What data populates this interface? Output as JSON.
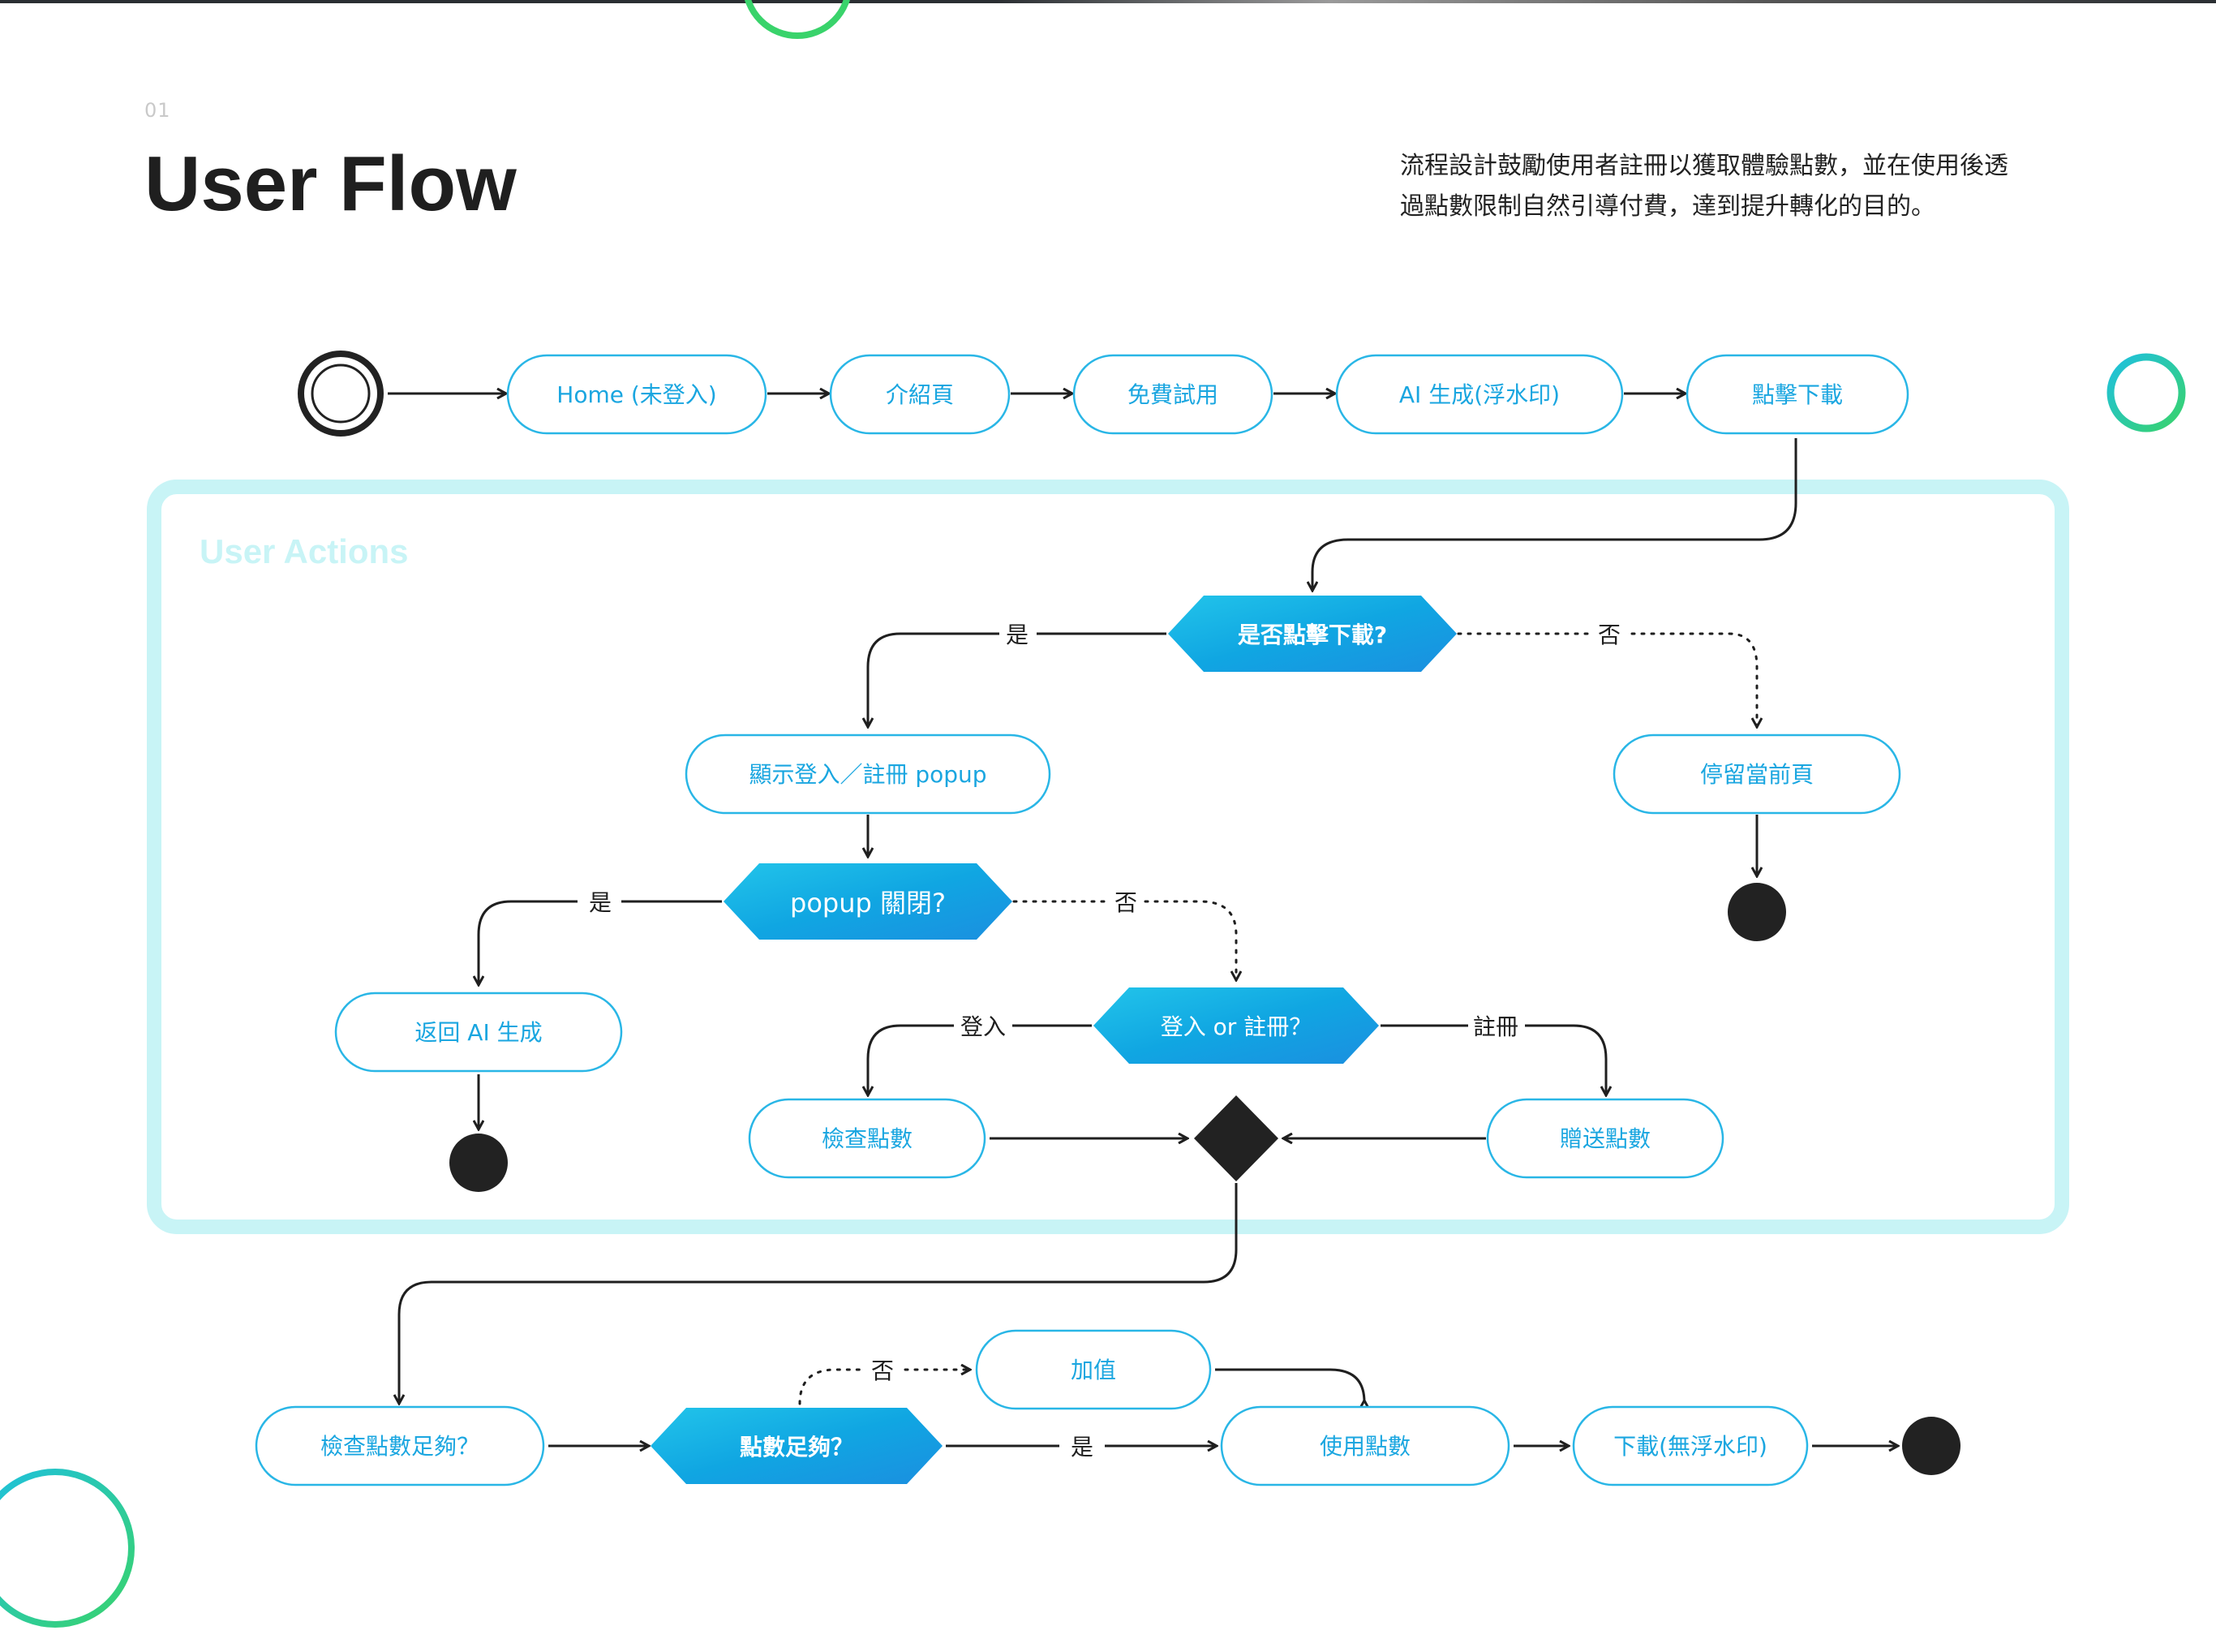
{
  "header": {
    "section_number": "01",
    "title": "User Flow",
    "description_line1": "流程設計鼓勵使用者註冊以獲取體驗點數，並在使用後透",
    "description_line2": "過點數限制自然引導付費，達到提升轉化的目的。"
  },
  "group": {
    "title": "User Actions"
  },
  "colors": {
    "accent": "#1aa6e0",
    "node_border": "#29b6e6",
    "group_border": "#c8f4f6",
    "terminal": "#222222",
    "ring_start": "#1ec0e0",
    "ring_end": "#39d36b"
  },
  "nodes": {
    "home": "Home (未登入)",
    "intro": "介紹頁",
    "free_trial": "免費試用",
    "ai_watermark": "AI 生成(浮水印)",
    "click_download": "點擊下載",
    "show_popup": "顯示登入／註冊 popup",
    "stay_page": "停留當前頁",
    "back_ai": "返回 AI 生成",
    "check_points": "檢查點數",
    "gift_points": "贈送點數",
    "check_enough": "檢查點數足夠？",
    "topup": "加值",
    "use_points": "使用點數",
    "download_no_wm": "下載(無浮水印)"
  },
  "decisions": {
    "is_download": "是否點擊下載?",
    "popup_closed": "popup 關閉?",
    "login_or_register": "登入 or 註冊？",
    "points_enough": "點數足夠？"
  },
  "edge_labels": {
    "yes_1": "是",
    "no_1": "否",
    "yes_2": "是",
    "no_2": "否",
    "login": "登入",
    "register": "註冊",
    "no_3": "否",
    "yes_3": "是"
  },
  "icons": {
    "start": "start-node-icon",
    "end": "end-node-icon",
    "merge": "merge-diamond-icon",
    "ring": "decorative-ring-icon"
  }
}
